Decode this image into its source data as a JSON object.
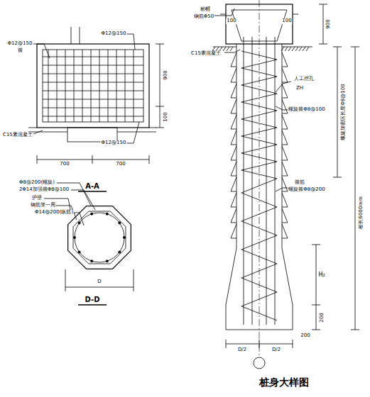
{
  "diagram": {
    "labels": [
      "Φ12@150",
      "箍",
      "Φ12@150",
      "900",
      "100",
      "C15素混凝土",
      "Φ12@150",
      "700",
      "700",
      "A-A",
      "Φ8@200(螺旋)",
      "2Φ14加强箍Φ8@100",
      "护壁",
      "钢筋笼一周",
      "Φ14@200(纵筋)",
      "D",
      "D-D",
      "桩帽",
      "钢筋Φ50",
      "100",
      "100",
      "900",
      "C15素混凝土",
      "人工挖孔",
      "ZH",
      "螺旋箍Φ8@100",
      "螺旋加密区长度Φ8@100",
      "桩长6000mm",
      "箍筋",
      "螺旋箍Φ8@200",
      "H₂",
      "200",
      "200",
      "D/2",
      "D/2",
      "桩身大样图"
    ]
  }
}
